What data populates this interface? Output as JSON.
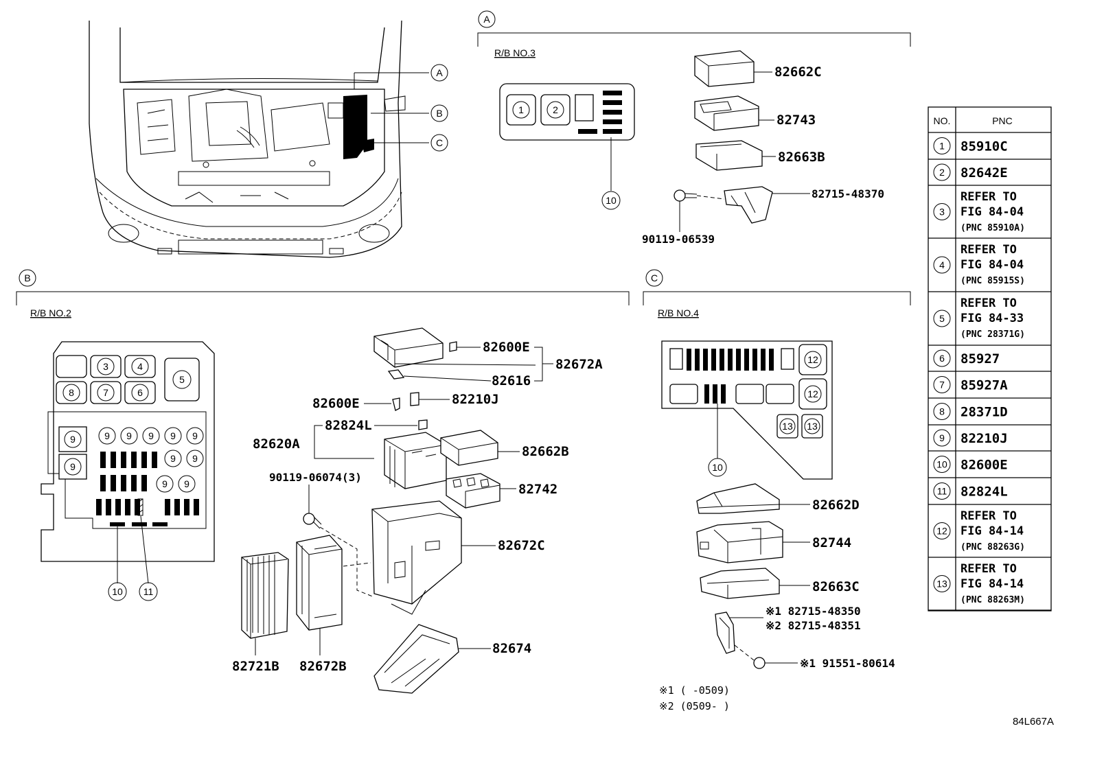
{
  "sections": {
    "A": {
      "circle": "A",
      "label": "R/B NO.3"
    },
    "B": {
      "circle": "B",
      "label": "R/B NO.2"
    },
    "C": {
      "circle": "C",
      "label": "R/B NO.4"
    }
  },
  "engine_callouts": [
    "A",
    "B",
    "C"
  ],
  "parts_a": {
    "p82662C": "82662C",
    "p82743": "82743",
    "p82663B": "82663B",
    "p82715_48370": "82715-48370",
    "p90119_06539": "90119-06539"
  },
  "parts_b": {
    "p82600E_a": "82600E",
    "p82672A": "82672A",
    "p82616": "82616",
    "p82600E_b": "82600E",
    "p82210J": "82210J",
    "p82824L": "82824L",
    "p82620A": "82620A",
    "p82662B": "82662B",
    "p90119_06074": "90119-06074(3)",
    "p82742": "82742",
    "p82672C": "82672C",
    "p82674": "82674",
    "p82721B": "82721B",
    "p82672B": "82672B"
  },
  "parts_c": {
    "p82662D": "82662D",
    "p82744": "82744",
    "p82663C": "82663C",
    "p1_82715_48350": "※1 82715-48350",
    "p2_82715_48351": "※2 82715-48351",
    "p1_91551_80614": "※1 91551-80614"
  },
  "notes": {
    "n1": "※1 (       -0509)",
    "n2": "※2 (0509-        )"
  },
  "figure_code": "84L667A",
  "table": {
    "header_no": "NO.",
    "header_pnc": "PNC",
    "rows": [
      {
        "no": "1",
        "line1": "85910C",
        "line2": "",
        "line3": ""
      },
      {
        "no": "2",
        "line1": "82642E",
        "line2": "",
        "line3": ""
      },
      {
        "no": "3",
        "line1": "REFER TO",
        "line2": "FIG 84-04",
        "line3": "(PNC 85910A)"
      },
      {
        "no": "4",
        "line1": "REFER TO",
        "line2": "FIG 84-04",
        "line3": "(PNC 85915S)"
      },
      {
        "no": "5",
        "line1": "REFER TO",
        "line2": "FIG 84-33",
        "line3": "(PNC 28371G)"
      },
      {
        "no": "6",
        "line1": "85927",
        "line2": "",
        "line3": ""
      },
      {
        "no": "7",
        "line1": "85927A",
        "line2": "",
        "line3": ""
      },
      {
        "no": "8",
        "line1": "28371D",
        "line2": "",
        "line3": ""
      },
      {
        "no": "9",
        "line1": "82210J",
        "line2": "",
        "line3": ""
      },
      {
        "no": "10",
        "line1": "82600E",
        "line2": "",
        "line3": ""
      },
      {
        "no": "11",
        "line1": "82824L",
        "line2": "",
        "line3": ""
      },
      {
        "no": "12",
        "line1": "REFER TO",
        "line2": "FIG 84-14",
        "line3": "(PNC 88263G)"
      },
      {
        "no": "13",
        "line1": "REFER TO",
        "line2": "FIG 84-14",
        "line3": "(PNC 88263M)"
      }
    ]
  }
}
